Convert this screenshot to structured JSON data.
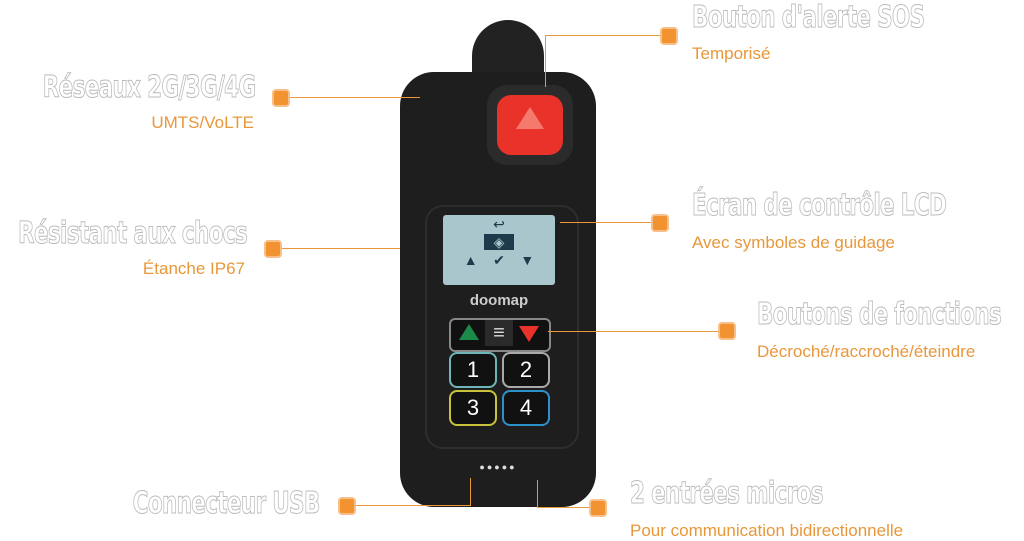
{
  "callouts": {
    "sos": {
      "title": "Bouton d'alerte SOS",
      "subtitle": "Temporisé"
    },
    "network": {
      "title": "Réseaux 2G/3G/4G",
      "subtitle": "UMTS/VoLTE"
    },
    "shock": {
      "title": "Résistant aux chocs",
      "subtitle": "Étanche IP67"
    },
    "lcd": {
      "title": "Écran de contrôle LCD",
      "subtitle": "Avec symboles de guidage"
    },
    "functions": {
      "title": "Boutons de fonctions",
      "subtitle": "Décroché/raccroché/éteindre"
    },
    "usb": {
      "title": "Connecteur USB"
    },
    "mics": {
      "title": "2 entrées micros",
      "subtitle": "Pour communication bidirectionnelle"
    }
  },
  "device": {
    "brand": "doomap",
    "keys": [
      "1",
      "2",
      "3",
      "4"
    ],
    "menu_glyph": "≡"
  },
  "colors": {
    "accent": "#f39230",
    "sos": "#e8322a",
    "body": "#1e1e1e",
    "screen": "#a9c6cc"
  }
}
